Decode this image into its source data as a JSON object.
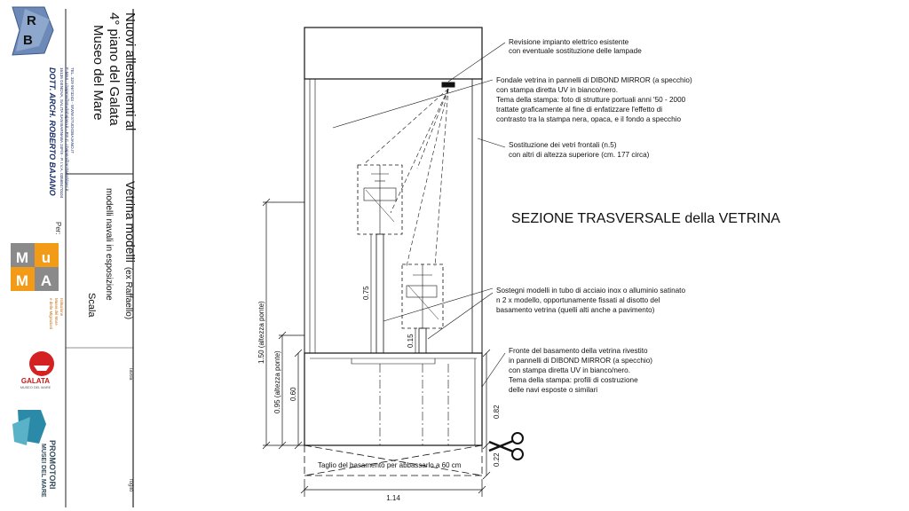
{
  "title_block": {
    "project": [
      "Nuovi allestimenti al",
      "4° piano del Galata",
      "Museo del Mare"
    ],
    "architect": "DOTT. ARCH. ROBERTO BAJANO",
    "address_lines": [
      "16136 GENOVA, SALITA SAN BARNABA 24F/9 - P. I.V.A. 03568470104",
      "E-MAIL: r.bajano@studiobajano.it - P.E.C. r.bajano@archiworldpec.it",
      "TEL. 329 9673243 - WWW.STUDIOBAJANO.IT"
    ],
    "logo_letters": [
      "R",
      "B"
    ],
    "per_label": "Per:",
    "drawing_title": "Vetrina modelli",
    "drawing_title_note": "(ex Raffaello)",
    "drawing_subtitle": "modelli navali in esposizione",
    "scale_label": "Scala",
    "table_label": "Tavola",
    "sheet_label": "foglio"
  },
  "logos": {
    "mu_ma": {
      "letters": [
        "M",
        "u",
        "M",
        "A"
      ],
      "caption": [
        "Istituzione",
        "Musei del Mare",
        "e delle Migrazioni"
      ]
    },
    "galata": {
      "name": "GALATA",
      "caption": "MUSEO DEL MARE"
    },
    "promotori": {
      "lines": [
        "PROMOTORI",
        "MUSEI DEL MARE"
      ]
    }
  },
  "drawing": {
    "heading": "SEZIONE TRASVERSALE della VETRINA",
    "notes": [
      [
        "Revisione impianto elettrico esistente",
        "con eventuale sostituzione delle lampade"
      ],
      [
        "Fondale vetrina in pannelli di DIBOND MIRROR (a specchio)",
        "con stampa diretta UV in bianco/nero.",
        "Tema della stampa: foto di strutture portuali  anni '50 - 2000",
        "trattate graficamente al fine di enfatizzare l'effetto di",
        "contrasto tra la stampa nera, opaca, e il fondo a specchio"
      ],
      [
        "Sostituzione dei vetri frontali (n.5)",
        "con altri di altezza superiore (cm. 177 circa)"
      ],
      [
        "Sostegni modelli in tubo di acciaio inox o alluminio satinato",
        "n 2 x modello, opportunamente  fissati al disotto del",
        "basamento vetrina (quelli alti anche a pavimento)"
      ],
      [
        "Fronte del basamento della vetrina rivestito",
        "in pannelli di DIBOND MIRROR  (a specchio)",
        "con stampa diretta UV in bianco/nero.",
        "Tema della stampa: profili di costruzione",
        "delle navi esposte o similari"
      ]
    ],
    "cut_note": "Taglio del basamento per abbassarlo a 60 cm",
    "dimensions": {
      "altezza_ponte_alta": "1.50 (altezza ponte)",
      "altezza_ponte_bassa": "0.95 (altezza ponte)",
      "basamento": "0.60",
      "sostegno_alto": "0.75",
      "sostegno_basso": "0.15",
      "fronte": "0.82",
      "taglio": "0.22",
      "larghezza": "1.14"
    }
  }
}
